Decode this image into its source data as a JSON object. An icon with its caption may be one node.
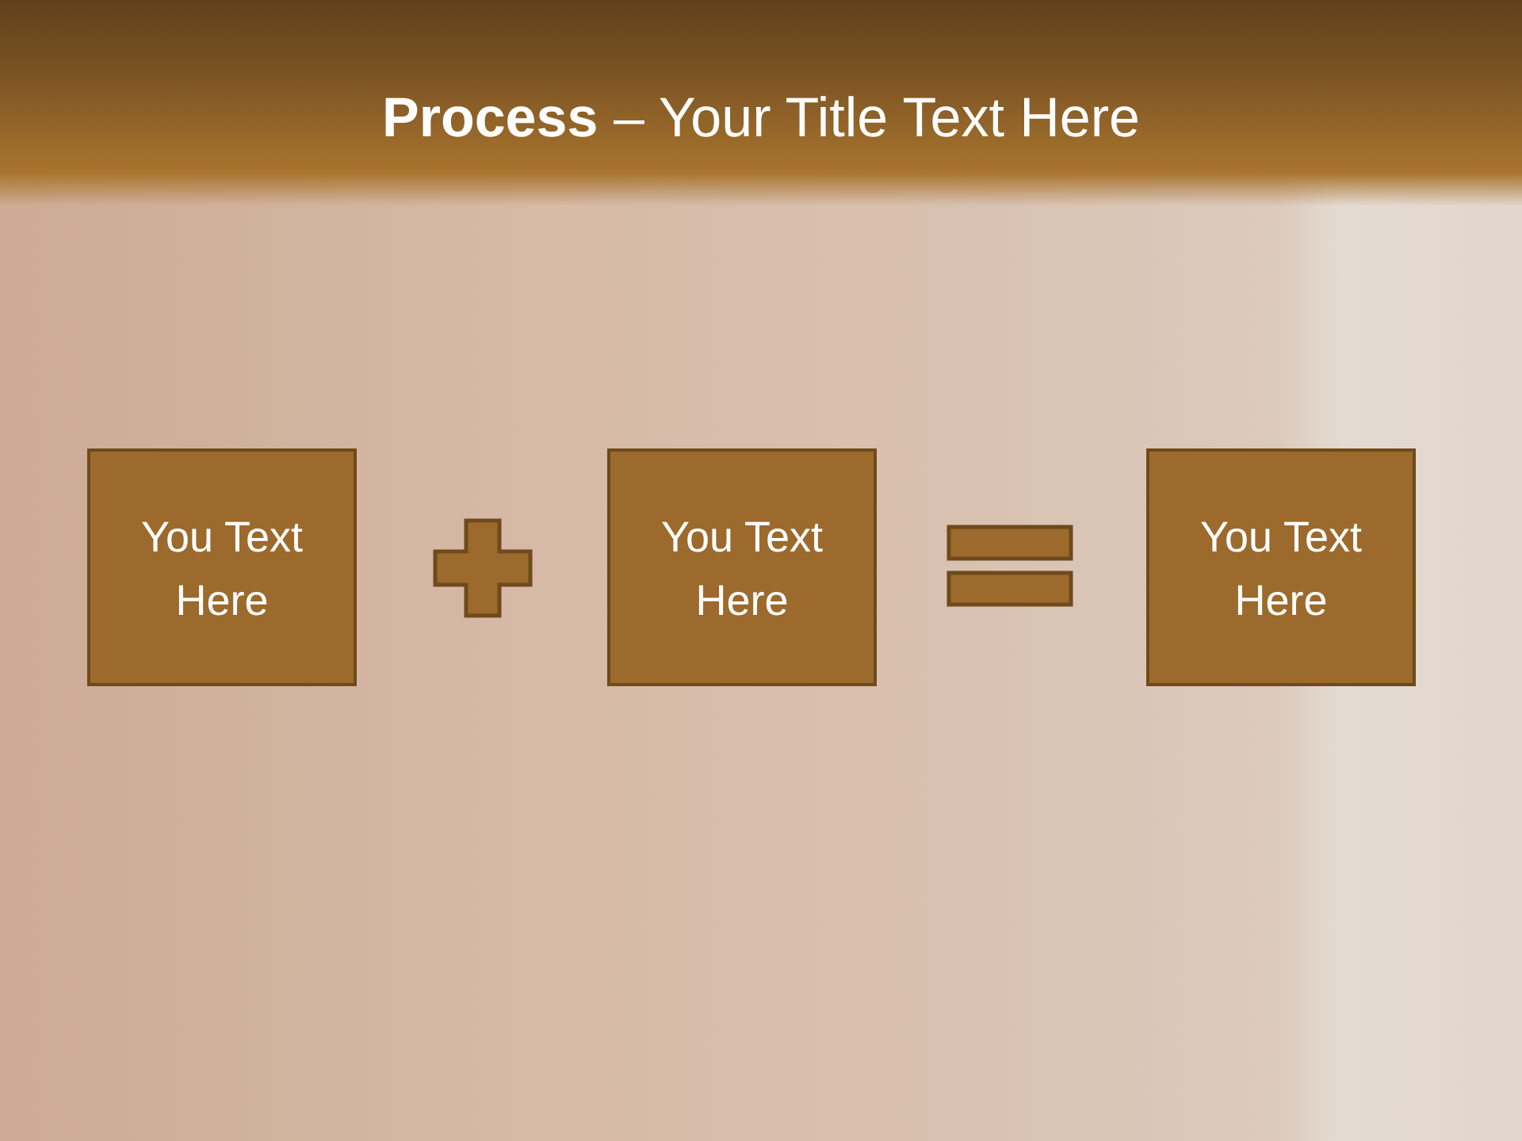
{
  "diagram": {
    "title": "**Process** – Your Title Text Here",
    "nodes": [
      {
        "text": [
          "You Text Here"
        ]
      },
      {
        "text": [],
        "shape": "plus"
      },
      {
        "text": [
          "You Text Here"
        ]
      },
      {
        "text": [],
        "shape": "equals"
      },
      {
        "text": [
          "You Text Here"
        ]
      }
    ]
  }
}
